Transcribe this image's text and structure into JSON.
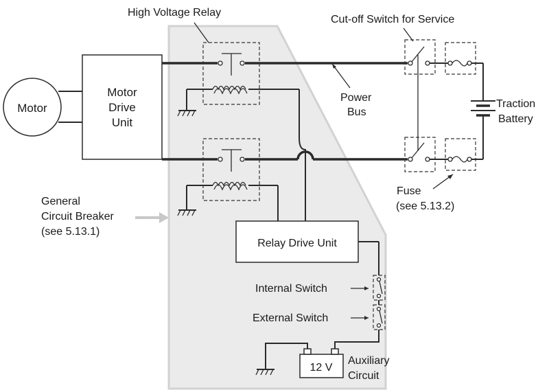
{
  "labels": {
    "relay_title": "High Voltage Relay",
    "cutoff_title": "Cut-off Switch for Service",
    "motor": "Motor",
    "mdu_line1": "Motor",
    "mdu_line2": "Drive",
    "mdu_line3": "Unit",
    "power_bus_line1": "Power",
    "power_bus_line2": "Bus",
    "battery_line1": "Traction",
    "battery_line2": "Battery",
    "gcb_line1": "General",
    "gcb_line2": "Circuit Breaker",
    "gcb_line3": "(see 5.13.1)",
    "fuse_line1": "Fuse",
    "fuse_line2": "(see 5.13.2)",
    "relay_drive_unit": "Relay Drive Unit",
    "internal_switch": "Internal Switch",
    "external_switch": "External Switch",
    "battery_12v": "12 V",
    "aux_line1": "Auxiliary",
    "aux_line2": "Circuit"
  },
  "colors": {
    "background": "#ffffff",
    "breaker_region": "#ebebeb",
    "line": "#2a2a2a"
  }
}
